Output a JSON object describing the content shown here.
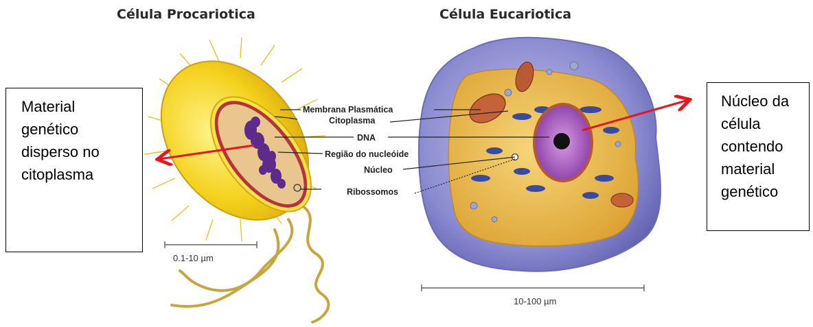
{
  "titles": {
    "prokaryote": "Célula Procariotica",
    "eukaryote": "Célula Eucariotica"
  },
  "labels": {
    "membrane": "Membrana Plasmática",
    "cytoplasm": "Citoplasma",
    "dna": "DNA",
    "nucleoid": "Região do nucleóide",
    "nucleus": "Núcleo",
    "ribosomes": "Ribossomos"
  },
  "scales": {
    "prokaryote": "0.1-10 µm",
    "eukaryote": "10-100 µm"
  },
  "left_box": {
    "lines": [
      "Material",
      "genético",
      "disperso no",
      "citoplasma"
    ]
  },
  "right_box": {
    "lines": [
      "Núcleo da",
      "célula",
      "contendo",
      "material",
      "genético"
    ]
  },
  "colors": {
    "arrow": "#e8141e",
    "prokaryote_wall": "#f2d21a",
    "prokaryote_dna": "#5e2a8c",
    "eukaryote_membrane": "#8f8fd2",
    "eukaryote_cytoplasm": "#e7b43e",
    "nucleus": "#b46ac8"
  }
}
